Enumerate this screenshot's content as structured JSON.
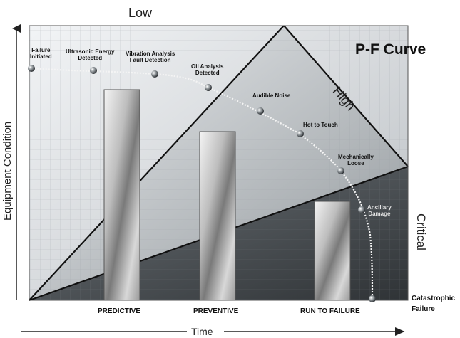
{
  "diagram": {
    "title": "P-F Curve",
    "zones": {
      "top": "Low",
      "right": "High",
      "bottom_right": "Critical"
    },
    "y_axis_label": "Equipment Condition",
    "x_axis_label": "Time",
    "end_label_1": "Catastrophic",
    "end_label_2": "Failure",
    "bars": [
      {
        "label": "PREDICTIVE"
      },
      {
        "label": "PREVENTIVE"
      },
      {
        "label": "RUN TO FAILURE"
      }
    ],
    "points": [
      {
        "line1": "Failure",
        "line2": "Initiated"
      },
      {
        "line1": "Ultrasonic Energy",
        "line2": "Detected"
      },
      {
        "line1": "Vibration Analysis",
        "line2": "Fault Detection"
      },
      {
        "line1": "Oil Analysis",
        "line2": "Detected"
      },
      {
        "line1": "Audible Noise",
        "line2": ""
      },
      {
        "line1": "Hot to Touch",
        "line2": ""
      },
      {
        "line1": "Mechanically",
        "line2": "Loose"
      },
      {
        "line1": "Ancillary",
        "line2": "Damage"
      },
      {
        "line1": "",
        "line2": ""
      }
    ]
  }
}
